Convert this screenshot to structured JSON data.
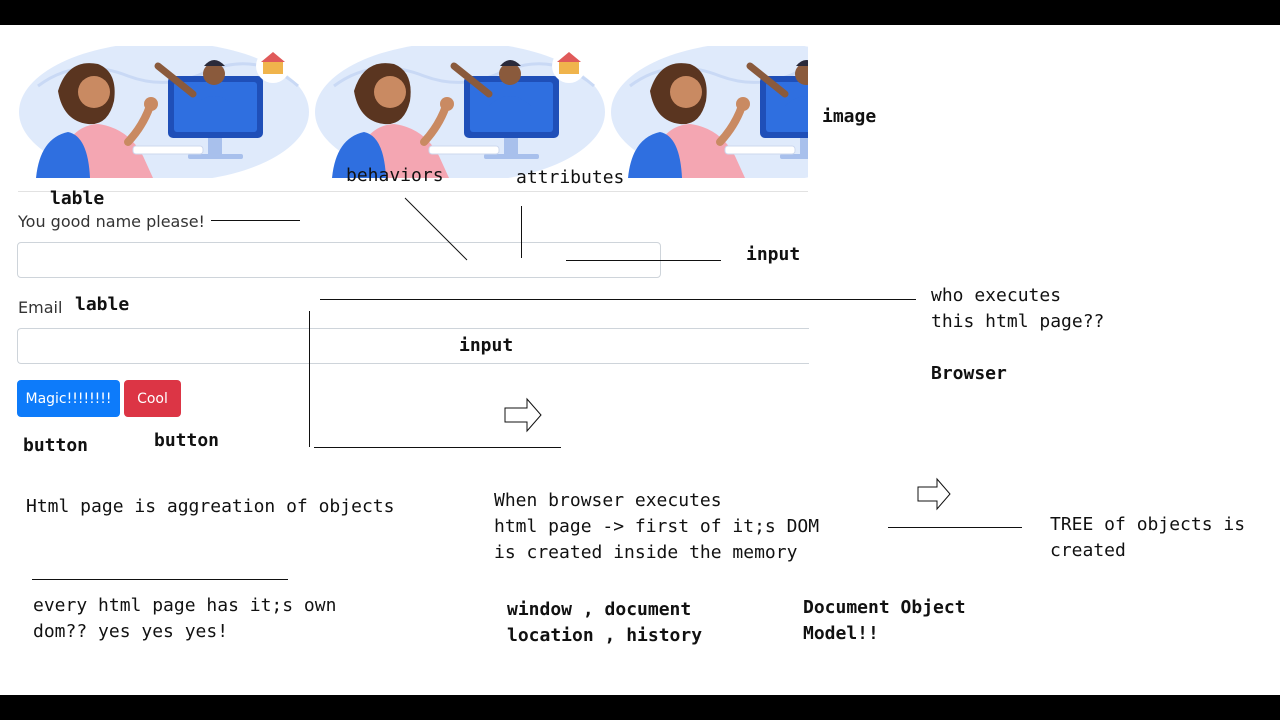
{
  "form": {
    "name_label": "You good name please!",
    "email_label": "Email",
    "name_value": "",
    "email_value": "",
    "magic_button": "Magic!!!!!!!!",
    "cool_button": "Cool"
  },
  "notes": {
    "image": "image",
    "lable_1": "lable",
    "behaviors": "behaviors",
    "attributes": "attributes",
    "input_1": "input",
    "lable_2": "lable",
    "who_executes": "who executes\nthis html page??",
    "input_2": "input",
    "browser": "Browser",
    "button_1": "button",
    "button_2": "button",
    "aggregation": "Html page is aggreation of objects",
    "when_browser": "When browser executes\nhtml page -> first of it;s DOM\nis created inside the memory",
    "tree": "TREE of objects is\ncreated",
    "every_page": "every html page has it;s own\ndom?? yes yes yes!",
    "objects": "window , document\nlocation , history",
    "dom_name": "Document Object\nModel!!"
  },
  "colors": {
    "primary": "#0d7bfa",
    "danger": "#dc3545",
    "illustration_bg": "#dfeafb",
    "shirt_blue": "#2f6fe0",
    "top_pink": "#f4a6b2"
  },
  "icons": [
    "hollow-arrow-right-icon",
    "hollow-arrow-right-icon"
  ]
}
